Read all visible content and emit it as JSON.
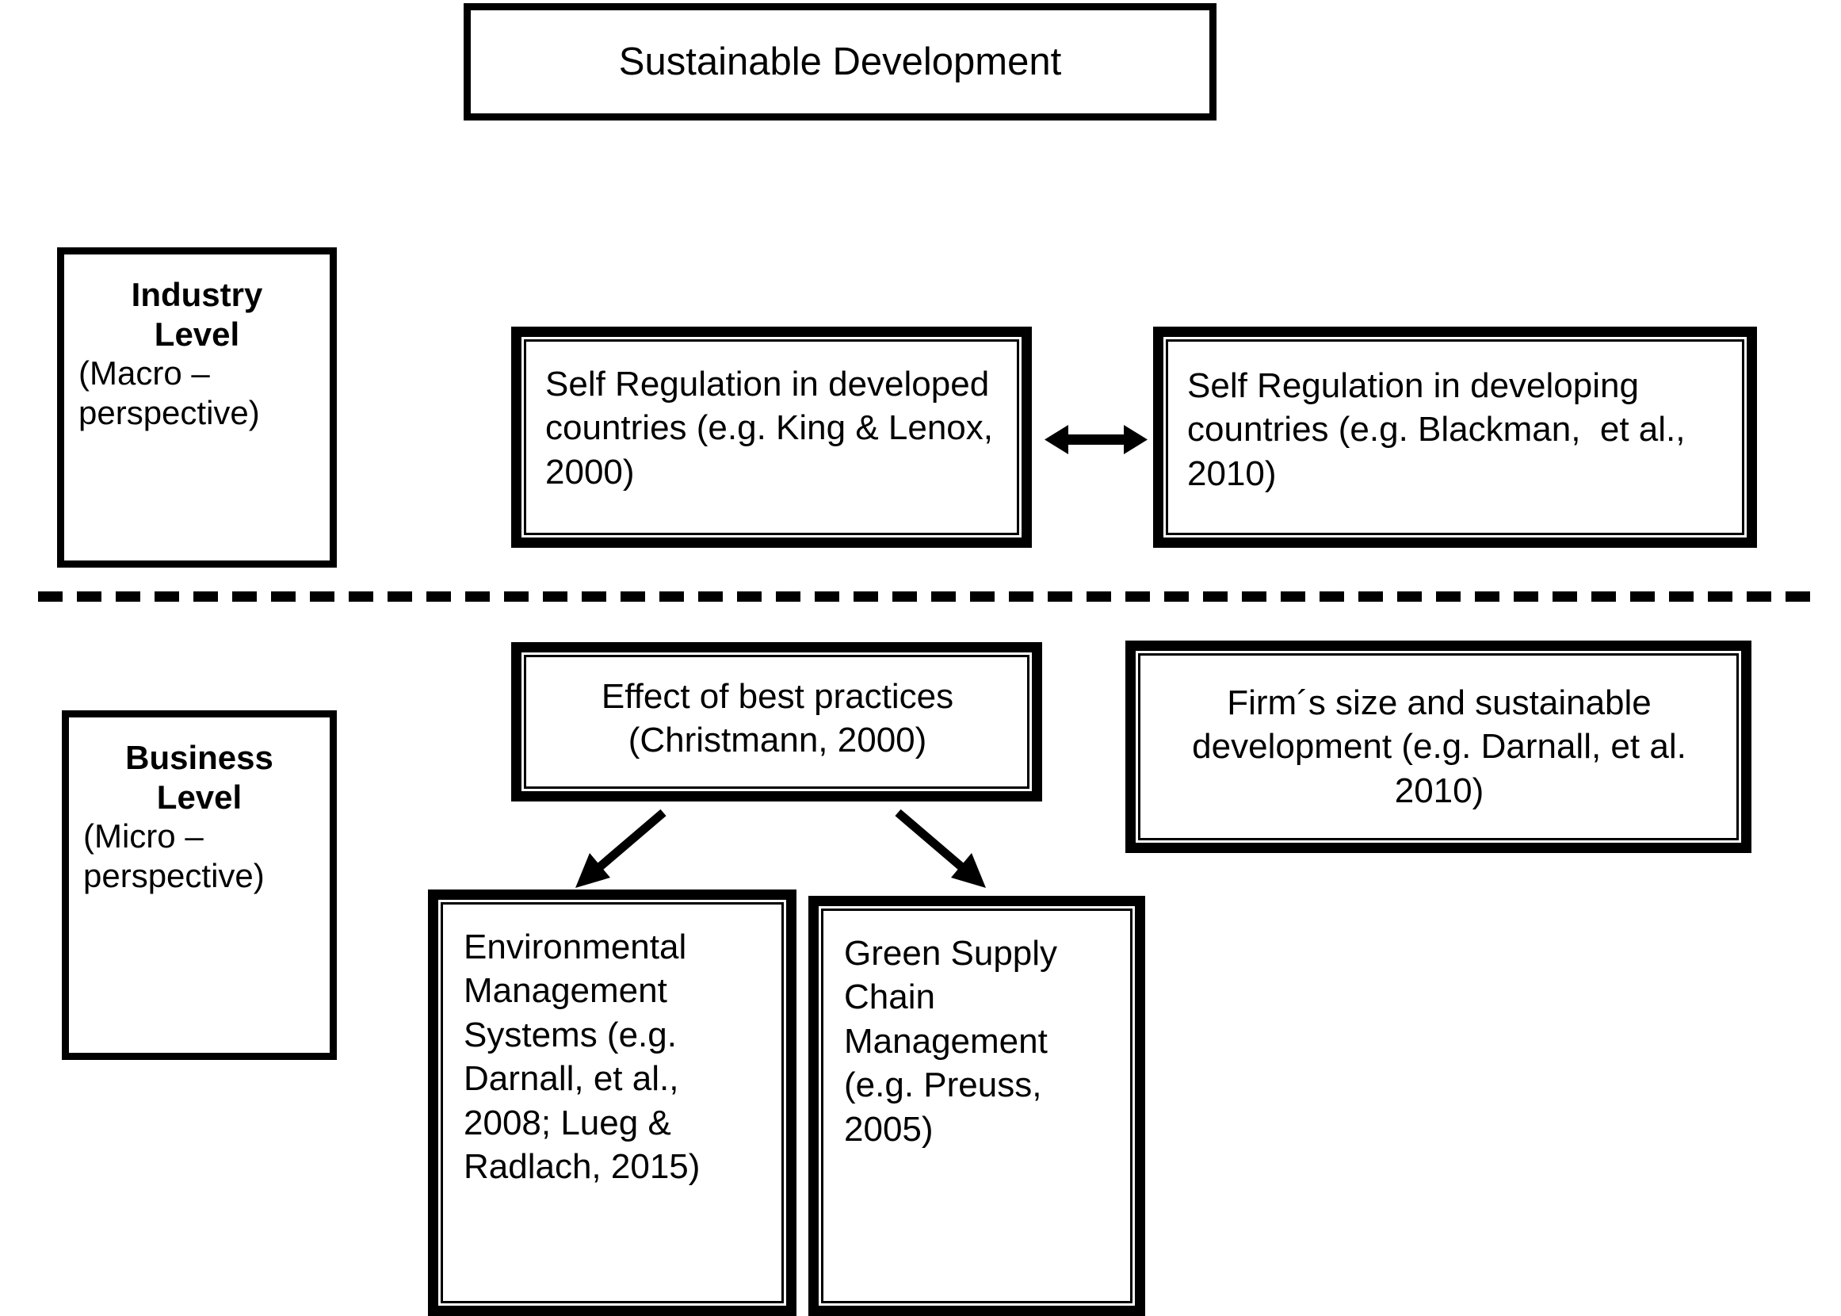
{
  "diagram": {
    "title_box": {
      "label": "Sustainable Development"
    },
    "levels": [
      {
        "name": "industry-level",
        "title": "Industry\nLevel",
        "subtitle": "(Macro –\nperspective)"
      },
      {
        "name": "business-level",
        "title": "Business\nLevel",
        "subtitle": "(Micro –\nperspective)"
      }
    ],
    "nodes": {
      "self_regulation_developed": "Self Regulation in developed countries (e.g. King & Lenox, 2000)",
      "self_regulation_developing": "Self Regulation in developing countries (e.g. Blackman,  et al., 2010)",
      "effect_of_best_practices": "Effect of best practices (Christmann, 2000)",
      "firm_size_and_sustainable_development": "Firm´s size and sustainable development (e.g. Darnall, et al. 2010)",
      "environmental_management_systems": "Environmental Management Systems (e.g. Darnall, et al., 2008; Lueg & Radlach, 2015)",
      "green_supply_chain_management": "Green Supply Chain Management (e.g. Preuss, 2005)"
    },
    "connectors": [
      {
        "name": "bidirectional-arrow-developed-developing",
        "type": "double-headed-arrow",
        "from": "self_regulation_developed",
        "to": "self_regulation_developing"
      },
      {
        "name": "arrow-best-practices-to-ems",
        "type": "arrow",
        "from": "effect_of_best_practices",
        "to": "environmental_management_systems"
      },
      {
        "name": "arrow-best-practices-to-gscm",
        "type": "arrow",
        "from": "effect_of_best_practices",
        "to": "green_supply_chain_management"
      }
    ],
    "divider": {
      "name": "level-divider",
      "style": "dashed"
    },
    "colors": {
      "stroke": "#000000",
      "background": "#ffffff"
    }
  }
}
